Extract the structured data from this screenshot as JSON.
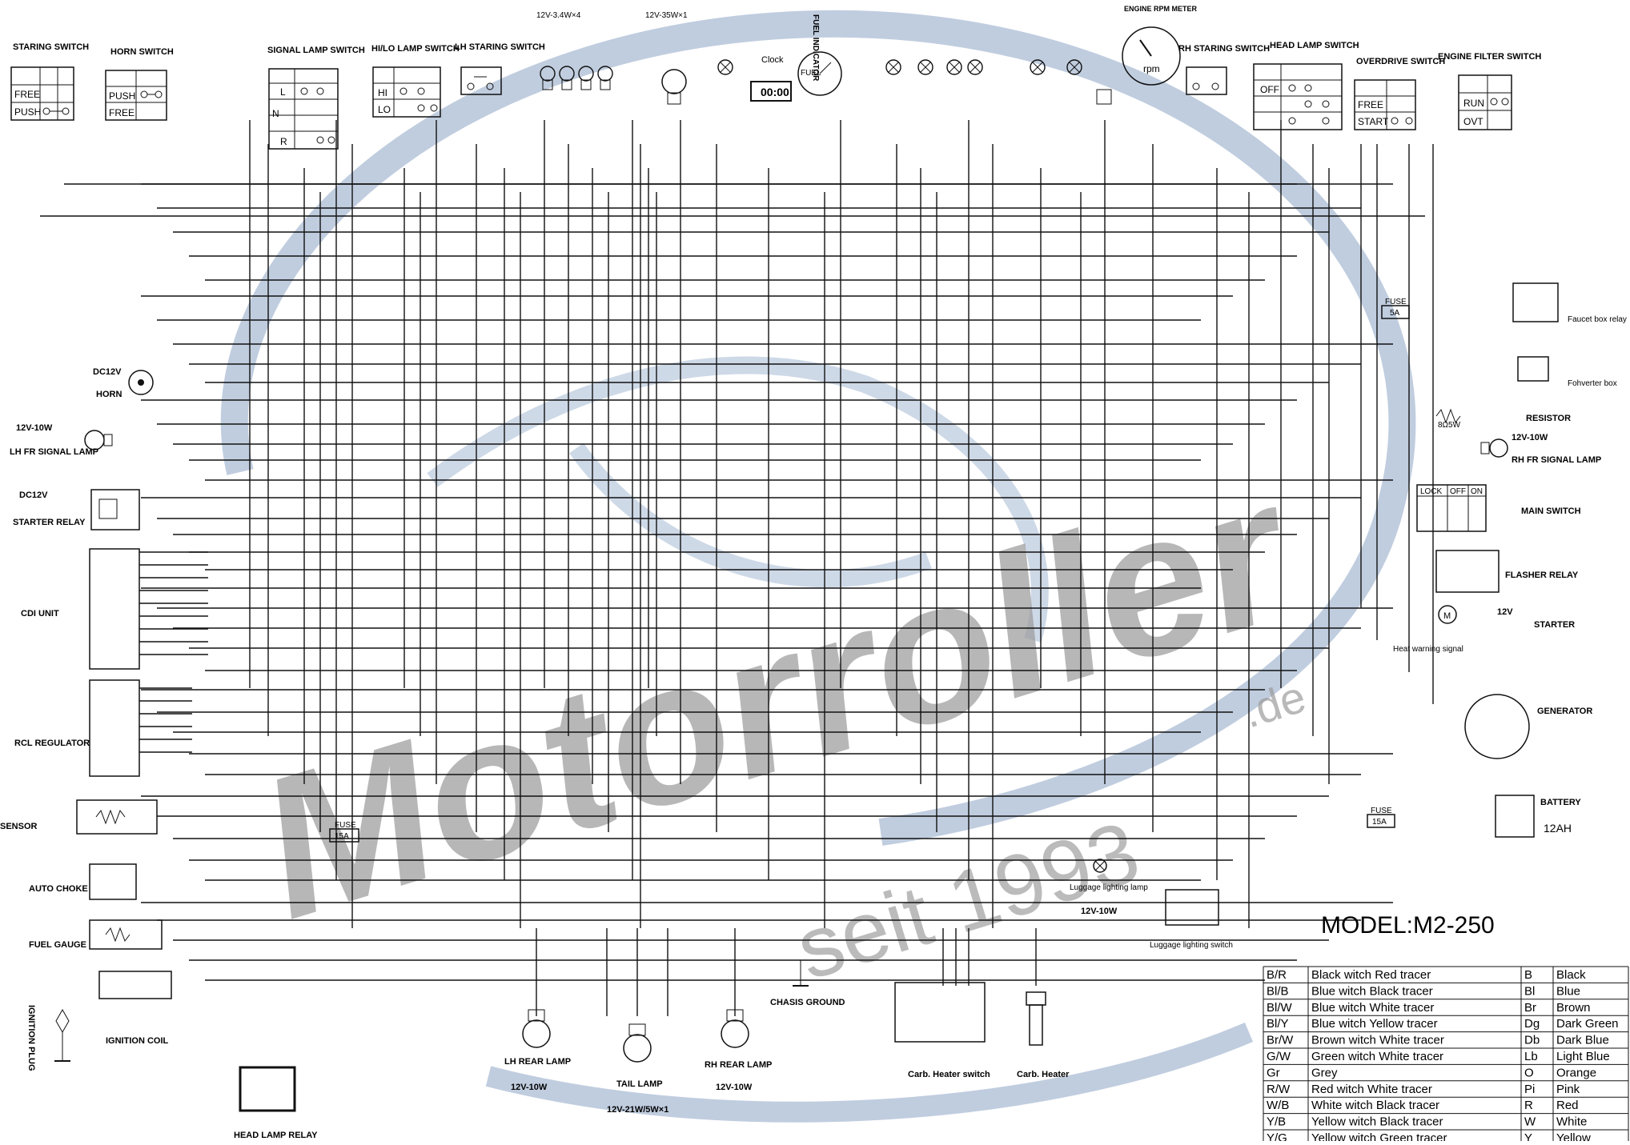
{
  "diagram": {
    "model_label": "MODEL:M2-250",
    "watermark": {
      "brand": "Motorroller",
      "tld": ".de",
      "since": "seit 1993"
    },
    "components": {
      "starting_switch": "STARING SWITCH",
      "horn_switch": "HORN SWITCH",
      "signal_lamp_switch": "SIGNAL LAMP SWITCH",
      "hilo_lamp_switch": "HI/LO LAMP SWITCH",
      "lh_starting_switch": "LH STARING SWITCH",
      "front_lamps": "12V-3.4W×4",
      "head_lamp": "12V-35W×1",
      "clock": "Clock",
      "clock_display": "00:00",
      "fuel_indicator": "FUEL INDICATOR",
      "fuel_gauge_text": "FUEL",
      "engine_rpm_meter": "ENGINE RPM METER",
      "rpm_text": "rpm",
      "rh_starting_switch": "RH STARING SWITCH",
      "head_lamp_switch": "HEAD LAMP SWITCH",
      "overdrive_switch": "OVERDRIVE SWITCH",
      "engine_filter_switch": "ENGINE FILTER SWITCH",
      "horn": {
        "rating": "DC12V",
        "name": "HORN"
      },
      "lh_fr_signal_lamp": {
        "rating": "12V-10W",
        "name": "LH FR SIGNAL LAMP"
      },
      "starter_relay": {
        "rating": "DC12V",
        "name": "STARTER RELAY"
      },
      "cdi_unit": "CDI UNIT",
      "rcl_regulator": "RCL REGULATOR",
      "sensor": "SENSOR",
      "auto_choke": "AUTO CHOKE",
      "fuel_gauge": "FUEL GAUGE",
      "ignition_coil": "IGNITION COIL",
      "ignition_plug": "IGNITION PLUG",
      "head_lamp_relay": "HEAD LAMP RELAY",
      "fuse_left": {
        "label": "FUSE",
        "rating": "15A"
      },
      "fuse_top_right": {
        "label": "FUSE",
        "rating": "5A"
      },
      "fuse_battery": {
        "label": "FUSE",
        "rating": "15A"
      },
      "faucet_box_relay": "Faucet box relay",
      "fohverter_box": "Fohverter box",
      "resistor": "RESISTOR",
      "rh_fr_signal_lamp": {
        "rating": "12V-10W",
        "name": "RH FR SIGNAL LAMP"
      },
      "main_switch": {
        "name": "MAIN SWITCH",
        "cols": [
          "LOCK",
          "OFF",
          "ON"
        ]
      },
      "flasher_relay": "FLASHER RELAY",
      "starter": {
        "rating": "12V",
        "name": "STARTER"
      },
      "heat_warning_signal": "Heat warning signal",
      "generator": "GENERATOR",
      "battery": {
        "name": "BATTERY",
        "rating": "12AH"
      },
      "luggage_lamp": {
        "name": "Luggage lighting lamp",
        "rating": "12V-10W"
      },
      "luggage_switch": "Luggage lighting switch",
      "lh_rear_lamp": {
        "name": "LH REAR LAMP",
        "rating": "12V-10W"
      },
      "tail_lamp": {
        "name": "TAIL LAMP",
        "rating": "12V-21W/5W×1"
      },
      "rh_rear_lamp": {
        "name": "RH REAR LAMP",
        "rating": "12V-10W"
      },
      "chassis_ground": "CHASIS GROUND",
      "carb_heater_switch": "Carb. Heater switch",
      "carb_heater": "Carb. Heater",
      "resistor_value": "8Ω5W"
    },
    "switch_rows": {
      "starting_switch": [
        "FREE",
        "PUSH"
      ],
      "horn_switch": [
        "PUSH",
        "FREE"
      ],
      "signal_lamp_switch": [
        "L",
        "N",
        "R"
      ],
      "hilo_lamp_switch": [
        "HI",
        "LO"
      ],
      "head_lamp_switch": [
        "OFF"
      ],
      "overdrive_switch": [
        "FREE",
        "START"
      ],
      "engine_filter_switch": [
        "RUN",
        "OVT"
      ]
    }
  },
  "legend": {
    "left_rows": [
      [
        "B/R",
        "Black witch Red tracer"
      ],
      [
        "Bl/B",
        "Blue witch Black tracer"
      ],
      [
        "Bl/W",
        "Blue witch White tracer"
      ],
      [
        "Bl/Y",
        "Blue witch Yellow tracer"
      ],
      [
        "Br/W",
        "Brown witch White tracer"
      ],
      [
        "G/W",
        "Green witch White tracer"
      ],
      [
        "Gr",
        "Grey"
      ],
      [
        "R/W",
        "Red witch White tracer"
      ],
      [
        "W/B",
        "White witch Black tracer"
      ],
      [
        "Y/B",
        "Yellow witch Black tracer"
      ],
      [
        "Y/G",
        "Yellow witch Green tracer"
      ]
    ],
    "right_rows": [
      [
        "B",
        "Black"
      ],
      [
        "Bl",
        "Blue"
      ],
      [
        "Br",
        "Brown"
      ],
      [
        "Dg",
        "Dark Green"
      ],
      [
        "Db",
        "Dark Blue"
      ],
      [
        "Lb",
        "Light Blue"
      ],
      [
        "O",
        "Orange"
      ],
      [
        "Pi",
        "Pink"
      ],
      [
        "R",
        "Red"
      ],
      [
        "W",
        "White"
      ],
      [
        "Y",
        "Yellow"
      ]
    ]
  },
  "colors": {
    "line": "#111111",
    "watermark_blue": "#9fb1c9",
    "watermark_grey": "#9c9c9c"
  }
}
